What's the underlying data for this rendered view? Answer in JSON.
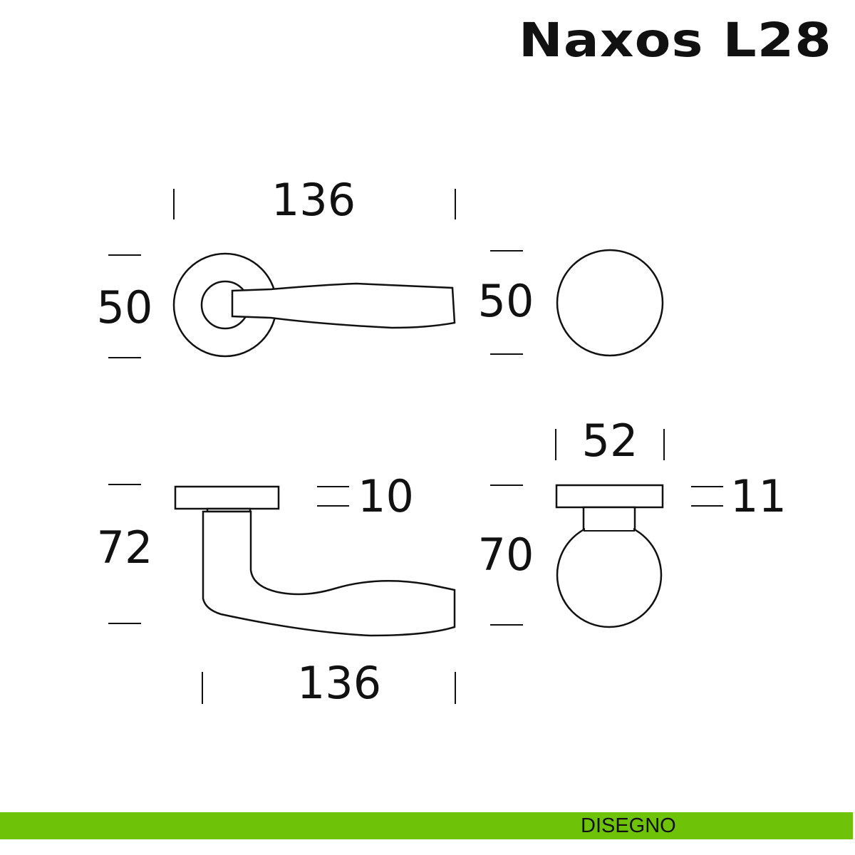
{
  "title": "Naxos L28",
  "dimensions": {
    "lever_front_width": "136",
    "lever_rose_diameter": "50",
    "knob_rose_diameter": "50",
    "knob_width": "52",
    "lever_rose_thickness": "10",
    "knob_rose_thickness": "11",
    "lever_height": "72",
    "knob_height": "70",
    "lever_side_width": "136"
  },
  "footer": {
    "label": "DISEGNO",
    "color": "#6ec207"
  }
}
